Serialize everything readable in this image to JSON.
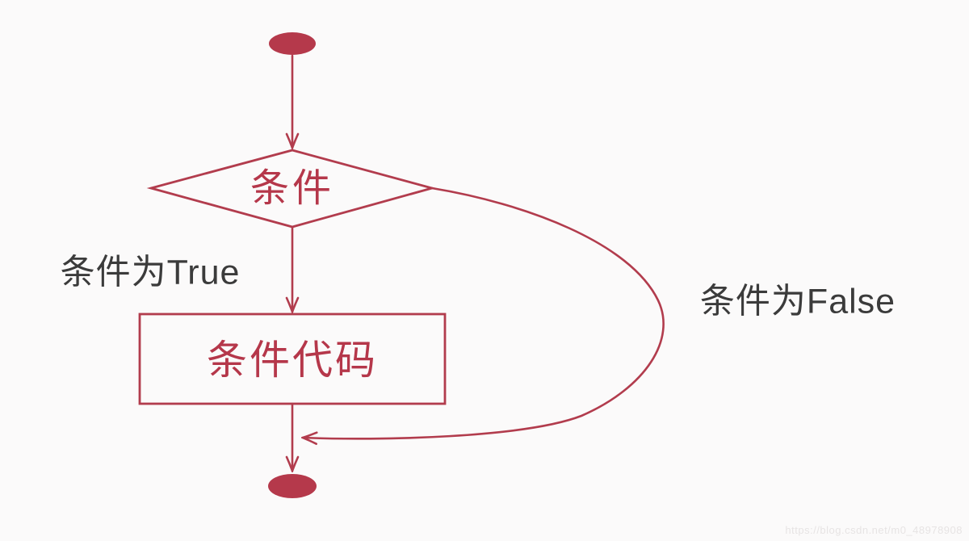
{
  "flowchart": {
    "nodes": {
      "start": {
        "shape": "ellipse"
      },
      "condition": {
        "shape": "diamond",
        "label": "条件"
      },
      "body": {
        "shape": "rectangle",
        "label": "条件代码"
      },
      "end": {
        "shape": "ellipse"
      }
    },
    "edge_labels": {
      "true": "条件为True",
      "false": "条件为False"
    },
    "colors": {
      "shape_stroke": "#b23c4d",
      "node_fill": "#b5394b",
      "shape_text": "#b5374a",
      "edge_label_text": "#3b3b3b",
      "background": "#fbfafa",
      "watermark_text": "#e7e4e4"
    }
  },
  "watermark": {
    "text": "https://blog.csdn.net/m0_48978908"
  }
}
